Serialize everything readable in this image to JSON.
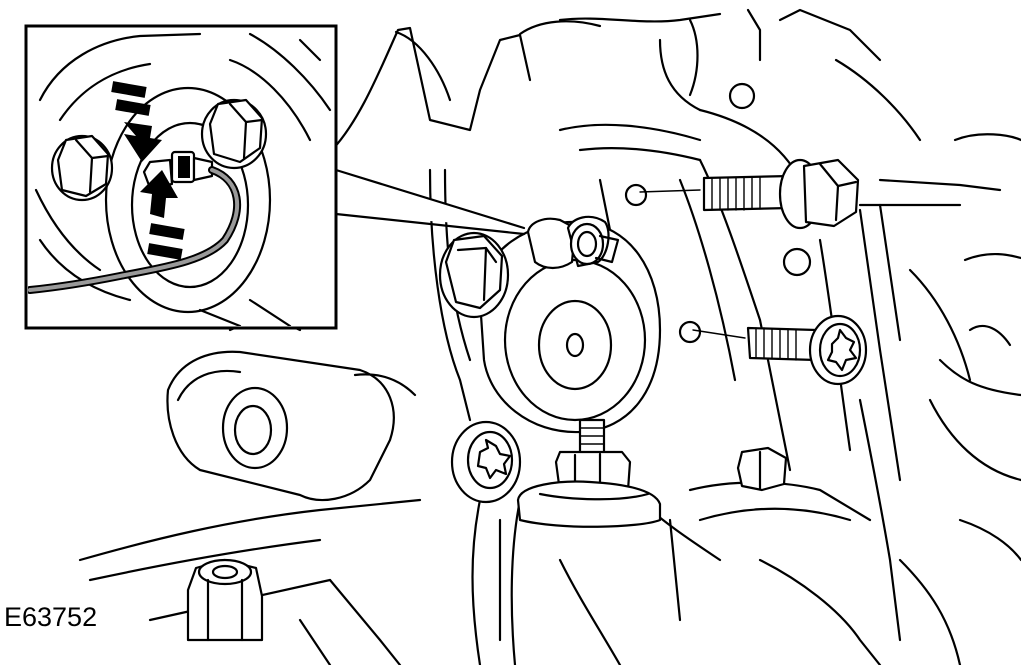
{
  "figure": {
    "id_label": "E63752",
    "icons": [
      "inset-callout",
      "sensor",
      "bolt",
      "torx-bolt",
      "hex-nut",
      "arrow-down",
      "arrow-up"
    ],
    "colors": {
      "line": "#000000",
      "background": "#ffffff",
      "cable_sheath": "#9a9a9a"
    }
  }
}
